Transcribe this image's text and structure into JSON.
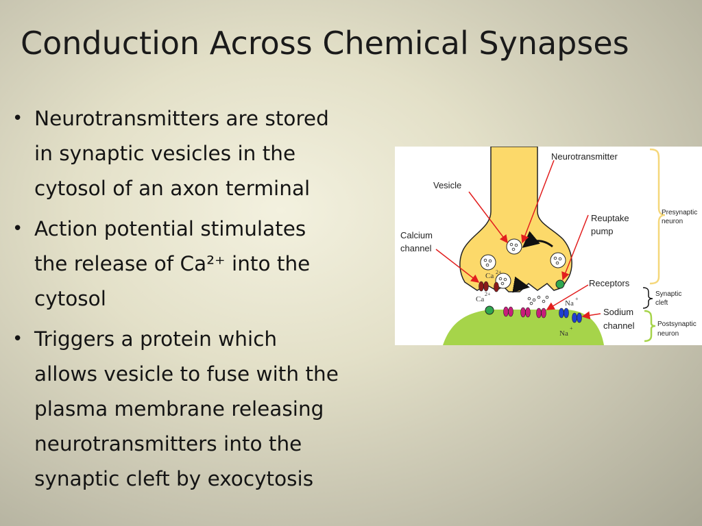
{
  "slide": {
    "title": "Conduction Across Chemical Synapses",
    "bullets": [
      {
        "line1": "Neurotransmitters are stored",
        "line2": "in synaptic vesicles in the",
        "line3": "cytosol of an axon terminal"
      },
      {
        "line1": "Action potential stimulates",
        "line2": "the release of Ca²⁺ into the",
        "line3": "cytosol"
      },
      {
        "line1": "Triggers a protein which",
        "line2": "allows vesicle to fuse with the",
        "line3": "plasma membrane releasing",
        "line4": "neurotransmitters into the",
        "line5": "synaptic cleft by exocytosis"
      }
    ]
  },
  "figure": {
    "labels": {
      "neurotransmitter": "Neurotransmitter",
      "vesicle": "Vesicle",
      "calcium_1": "Calcium",
      "calcium_2": "channel",
      "reuptake_1": "Reuptake",
      "reuptake_2": "pump",
      "receptors": "Receptors",
      "sodium_1": "Sodium",
      "sodium_2": "channel",
      "presynaptic_1": "Presynaptic",
      "presynaptic_2": "neuron",
      "cleft_1": "Synaptic",
      "cleft_2": "cleft",
      "postsynaptic_1": "Postsynaptic",
      "postsynaptic_2": "neuron",
      "ca_a": "Ca",
      "ca_a_sup": "2+",
      "ca_b": "Ca",
      "ca_b_sup": "2+",
      "na_a": "Na",
      "na_a_sup": "+",
      "na_b": "Na",
      "na_b_sup": "+"
    },
    "colors": {
      "axon": "#fcd96a",
      "axon_stroke": "#222222",
      "postsynaptic": "#a6d44a",
      "arrow": "#e21e1e",
      "bracket": "#f5d77a",
      "bracket_green": "#a6d44a"
    }
  }
}
